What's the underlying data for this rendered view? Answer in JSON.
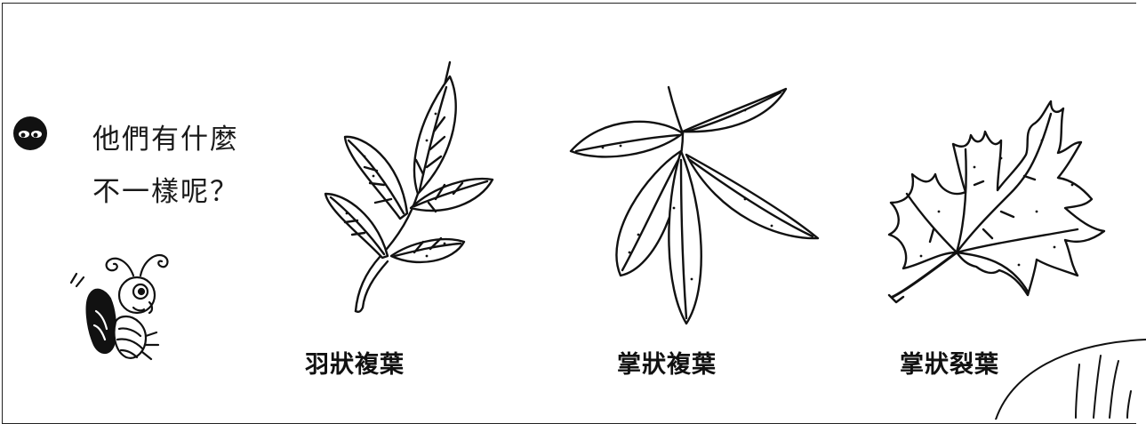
{
  "question": {
    "line1": "他們有什麼",
    "line2": "不一樣呢？"
  },
  "leaves": [
    {
      "label": "羽狀複葉"
    },
    {
      "label": "掌狀複葉"
    },
    {
      "label": "掌狀裂葉"
    }
  ],
  "colors": {
    "ink": "#111111",
    "paper": "#ffffff"
  },
  "icons": [
    "eyes-icon",
    "bee-illustration",
    "pinnate-leaf-illustration",
    "palmate-compound-leaf-illustration",
    "palmate-lobed-leaf-illustration"
  ]
}
